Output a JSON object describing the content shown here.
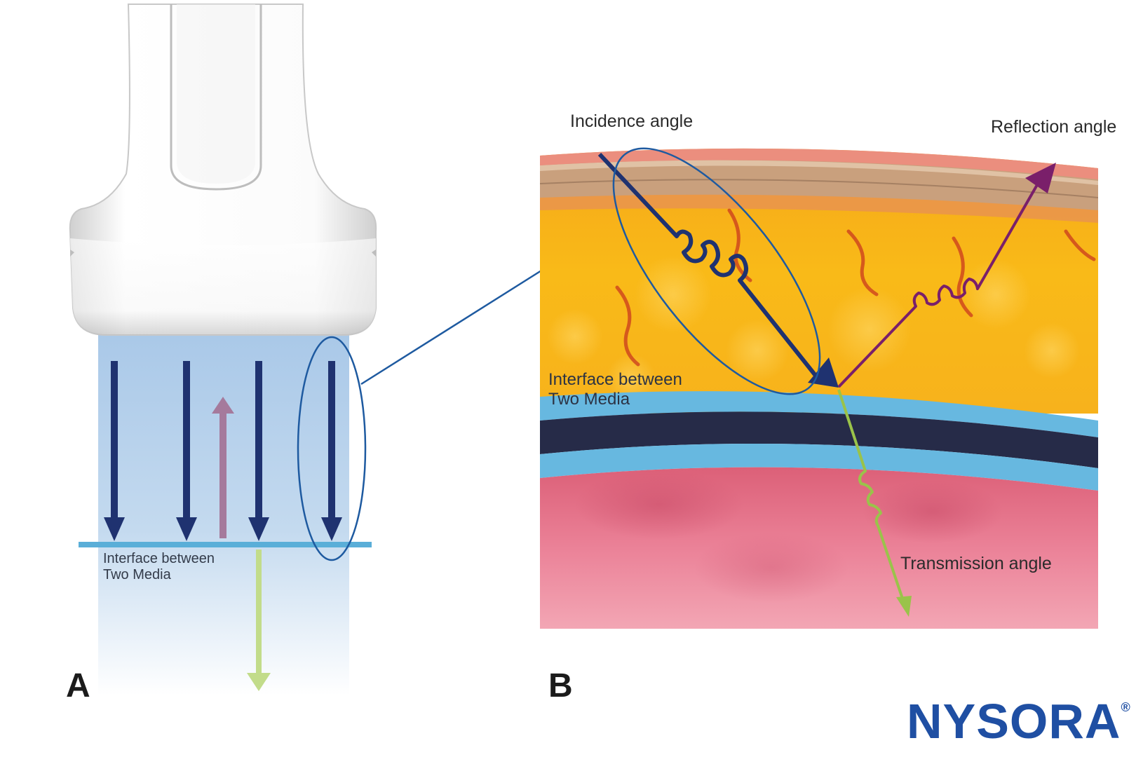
{
  "panel_a": {
    "letter": "A",
    "interface_label_line1": "Interface between",
    "interface_label_line2": "Two Media"
  },
  "panel_b": {
    "letter": "B",
    "incidence_label": "Incidence angle",
    "reflection_label": "Reflection angle",
    "interface_label_line1": "Interface between",
    "interface_label_line2": "Two Media",
    "transmission_label": "Transmission angle"
  },
  "logo": {
    "text": "NYSORA",
    "mark": "®"
  },
  "colors": {
    "incident": "#1f3270",
    "reflected_a": "#a57a9c",
    "reflected_b": "#7a1f6a",
    "transmitted": "#9ac34a",
    "interface": "#5aaed8",
    "beam": "#a9c8e8",
    "callout": "#1e5aa0",
    "logo": "#1f4fa3"
  },
  "icons": [
    "ultrasound-probe-icon",
    "callout-arrow-icon"
  ]
}
